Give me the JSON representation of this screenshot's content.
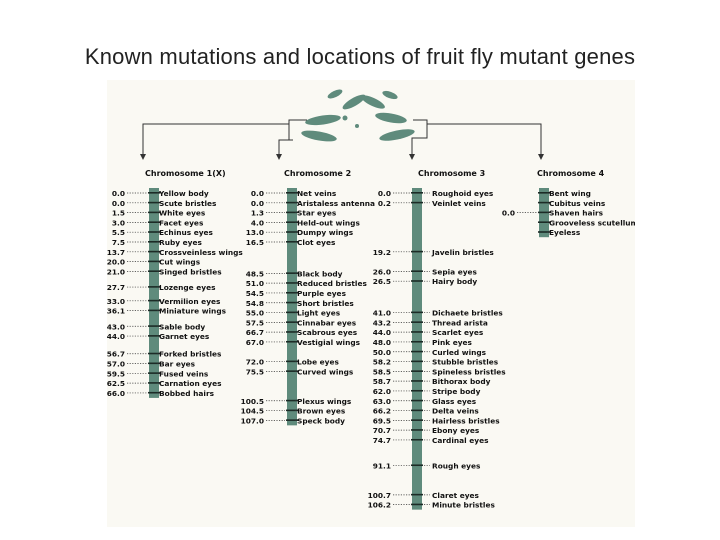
{
  "slide": {
    "title": "Known mutations and locations of fruit fly mutant genes"
  },
  "colors": {
    "chromosome": "#5f8b7c",
    "background": "#faf9f3",
    "text": "#111111"
  },
  "chromosomes": [
    {
      "title": "Chromosome 1(X)",
      "axis_max": 66.0,
      "loci": [
        {
          "pos": "0.0",
          "gene": "Yellow body"
        },
        {
          "pos": "0.0",
          "gene": "Scute bristles"
        },
        {
          "pos": "1.5",
          "gene": "White eyes"
        },
        {
          "pos": "3.0",
          "gene": "Facet eyes"
        },
        {
          "pos": "5.5",
          "gene": "Echinus eyes"
        },
        {
          "pos": "7.5",
          "gene": "Ruby eyes"
        },
        {
          "pos": "13.7",
          "gene": "Crossveinless wings"
        },
        {
          "pos": "20.0",
          "gene": "Cut wings"
        },
        {
          "pos": "21.0",
          "gene": "Singed bristles"
        },
        {
          "pos": "27.7",
          "gene": "Lozenge eyes"
        },
        {
          "pos": "33.0",
          "gene": "Vermilion eyes"
        },
        {
          "pos": "36.1",
          "gene": "Miniature wings"
        },
        {
          "pos": "43.0",
          "gene": "Sable body"
        },
        {
          "pos": "44.0",
          "gene": "Garnet eyes"
        },
        {
          "pos": "56.7",
          "gene": "Forked bristles"
        },
        {
          "pos": "57.0",
          "gene": "Bar eyes"
        },
        {
          "pos": "59.5",
          "gene": "Fused veins"
        },
        {
          "pos": "62.5",
          "gene": "Carnation eyes"
        },
        {
          "pos": "66.0",
          "gene": "Bobbed hairs"
        }
      ]
    },
    {
      "title": "Chromosome 2",
      "axis_max": 107.0,
      "loci": [
        {
          "pos": "0.0",
          "gene": "Net veins"
        },
        {
          "pos": "0.0",
          "gene": "Aristaless antenna"
        },
        {
          "pos": "1.3",
          "gene": "Star eyes"
        },
        {
          "pos": "4.0",
          "gene": "Held-out wings"
        },
        {
          "pos": "13.0",
          "gene": "Dumpy wings"
        },
        {
          "pos": "16.5",
          "gene": "Clot eyes"
        },
        {
          "pos": "48.5",
          "gene": "Black body"
        },
        {
          "pos": "51.0",
          "gene": "Reduced bristles"
        },
        {
          "pos": "54.5",
          "gene": "Purple eyes"
        },
        {
          "pos": "54.8",
          "gene": "Short bristles"
        },
        {
          "pos": "55.0",
          "gene": "Light eyes"
        },
        {
          "pos": "57.5",
          "gene": "Cinnabar eyes"
        },
        {
          "pos": "66.7",
          "gene": "Scabrous eyes"
        },
        {
          "pos": "67.0",
          "gene": "Vestigial wings"
        },
        {
          "pos": "72.0",
          "gene": "Lobe eyes"
        },
        {
          "pos": "75.5",
          "gene": "Curved wings"
        },
        {
          "pos": "100.5",
          "gene": "Plexus wings"
        },
        {
          "pos": "104.5",
          "gene": "Brown eyes"
        },
        {
          "pos": "107.0",
          "gene": "Speck body"
        }
      ]
    },
    {
      "title": "Chromosome 3",
      "axis_max": 106.2,
      "loci": [
        {
          "pos": "0.0",
          "gene": "Roughoid eyes"
        },
        {
          "pos": "0.2",
          "gene": "Veinlet veins"
        },
        {
          "pos": "19.2",
          "gene": "Javelin bristles"
        },
        {
          "pos": "26.0",
          "gene": "Sepia eyes"
        },
        {
          "pos": "26.5",
          "gene": "Hairy body"
        },
        {
          "pos": "41.0",
          "gene": "Dichaete bristles"
        },
        {
          "pos": "43.2",
          "gene": "Thread arista"
        },
        {
          "pos": "44.0",
          "gene": "Scarlet eyes"
        },
        {
          "pos": "48.0",
          "gene": "Pink eyes"
        },
        {
          "pos": "50.0",
          "gene": "Curled wings"
        },
        {
          "pos": "58.2",
          "gene": "Stubble bristles"
        },
        {
          "pos": "58.5",
          "gene": "Spineless bristles"
        },
        {
          "pos": "58.7",
          "gene": "Bithorax body"
        },
        {
          "pos": "62.0",
          "gene": "Stripe body"
        },
        {
          "pos": "63.0",
          "gene": "Glass eyes"
        },
        {
          "pos": "66.2",
          "gene": "Delta veins"
        },
        {
          "pos": "69.5",
          "gene": "Hairless bristles"
        },
        {
          "pos": "70.7",
          "gene": "Ebony eyes"
        },
        {
          "pos": "74.7",
          "gene": "Cardinal eyes"
        },
        {
          "pos": "91.1",
          "gene": "Rough eyes"
        },
        {
          "pos": "100.7",
          "gene": "Claret eyes"
        },
        {
          "pos": "106.2",
          "gene": "Minute bristles"
        }
      ]
    },
    {
      "title": "Chromosome 4",
      "axis_max": 0.0,
      "loci": [
        {
          "pos": "",
          "gene": "Bent wing"
        },
        {
          "pos": "",
          "gene": "Cubitus veins"
        },
        {
          "pos": "0.0",
          "gene": "Shaven hairs"
        },
        {
          "pos": "",
          "gene": "Grooveless scutellum"
        },
        {
          "pos": "",
          "gene": "Eyeless"
        }
      ]
    }
  ]
}
